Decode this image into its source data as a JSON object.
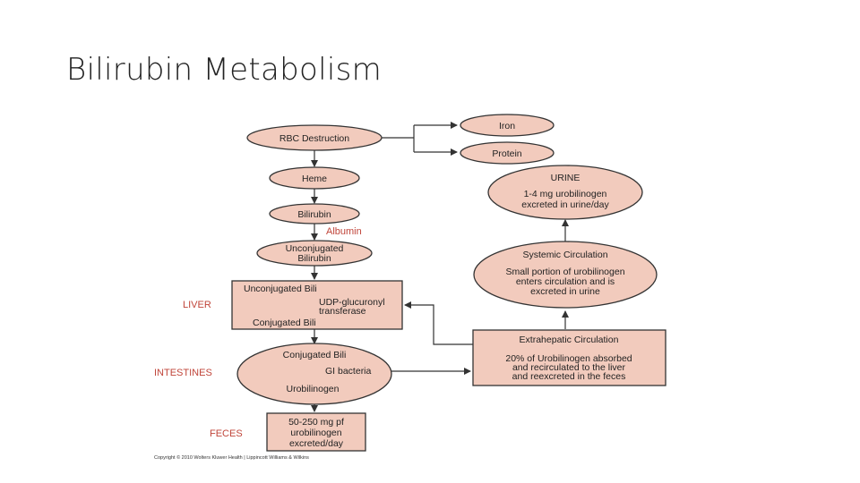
{
  "slide": {
    "title": "Bilirubin Metabolism"
  },
  "nodes": {
    "rbc": "RBC Destruction",
    "iron": "Iron",
    "protein": "Protein",
    "heme": "Heme",
    "bilirubin": "Bilirubin",
    "albumin": "Albumin",
    "unconj_1": "Unconjugated",
    "unconj_2": "Bilirubin",
    "liver_top": "Unconjugated Bili",
    "udp_1": "UDP-glucuronyl",
    "udp_2": "transferase",
    "liver_bottom": "Conjugated Bili",
    "intest_top": "Conjugated Bili",
    "gi": "GI bacteria",
    "intest_bottom": "Urobilinogen",
    "feces_1": "50-250 mg pf",
    "feces_2": "urobilinogen",
    "feces_3": "excreted/day",
    "urine_title": "URINE",
    "urine_1": "1-4 mg urobilinogen",
    "urine_2": "excreted in urine/day",
    "sys_title": "Systemic Circulation",
    "sys_1": "Small portion of urobilinogen",
    "sys_2": "enters circulation and is",
    "sys_3": "excreted in urine",
    "extra_title": "Extrahepatic Circulation",
    "extra_1": "20% of Urobilinogen absorbed",
    "extra_2": "and recirculated to the liver",
    "extra_3": "and reexcreted in the feces"
  },
  "side_labels": {
    "liver": "LIVER",
    "intestines": "INTESTINES",
    "feces": "FECES"
  },
  "copyright": "Copyright © 2010 Wolters Kluwer Health | Lippincott Williams & Wilkins",
  "colors": {
    "node_fill": "#f2cbbd",
    "side_label": "#c0453a",
    "albumin": "#c0453a"
  }
}
